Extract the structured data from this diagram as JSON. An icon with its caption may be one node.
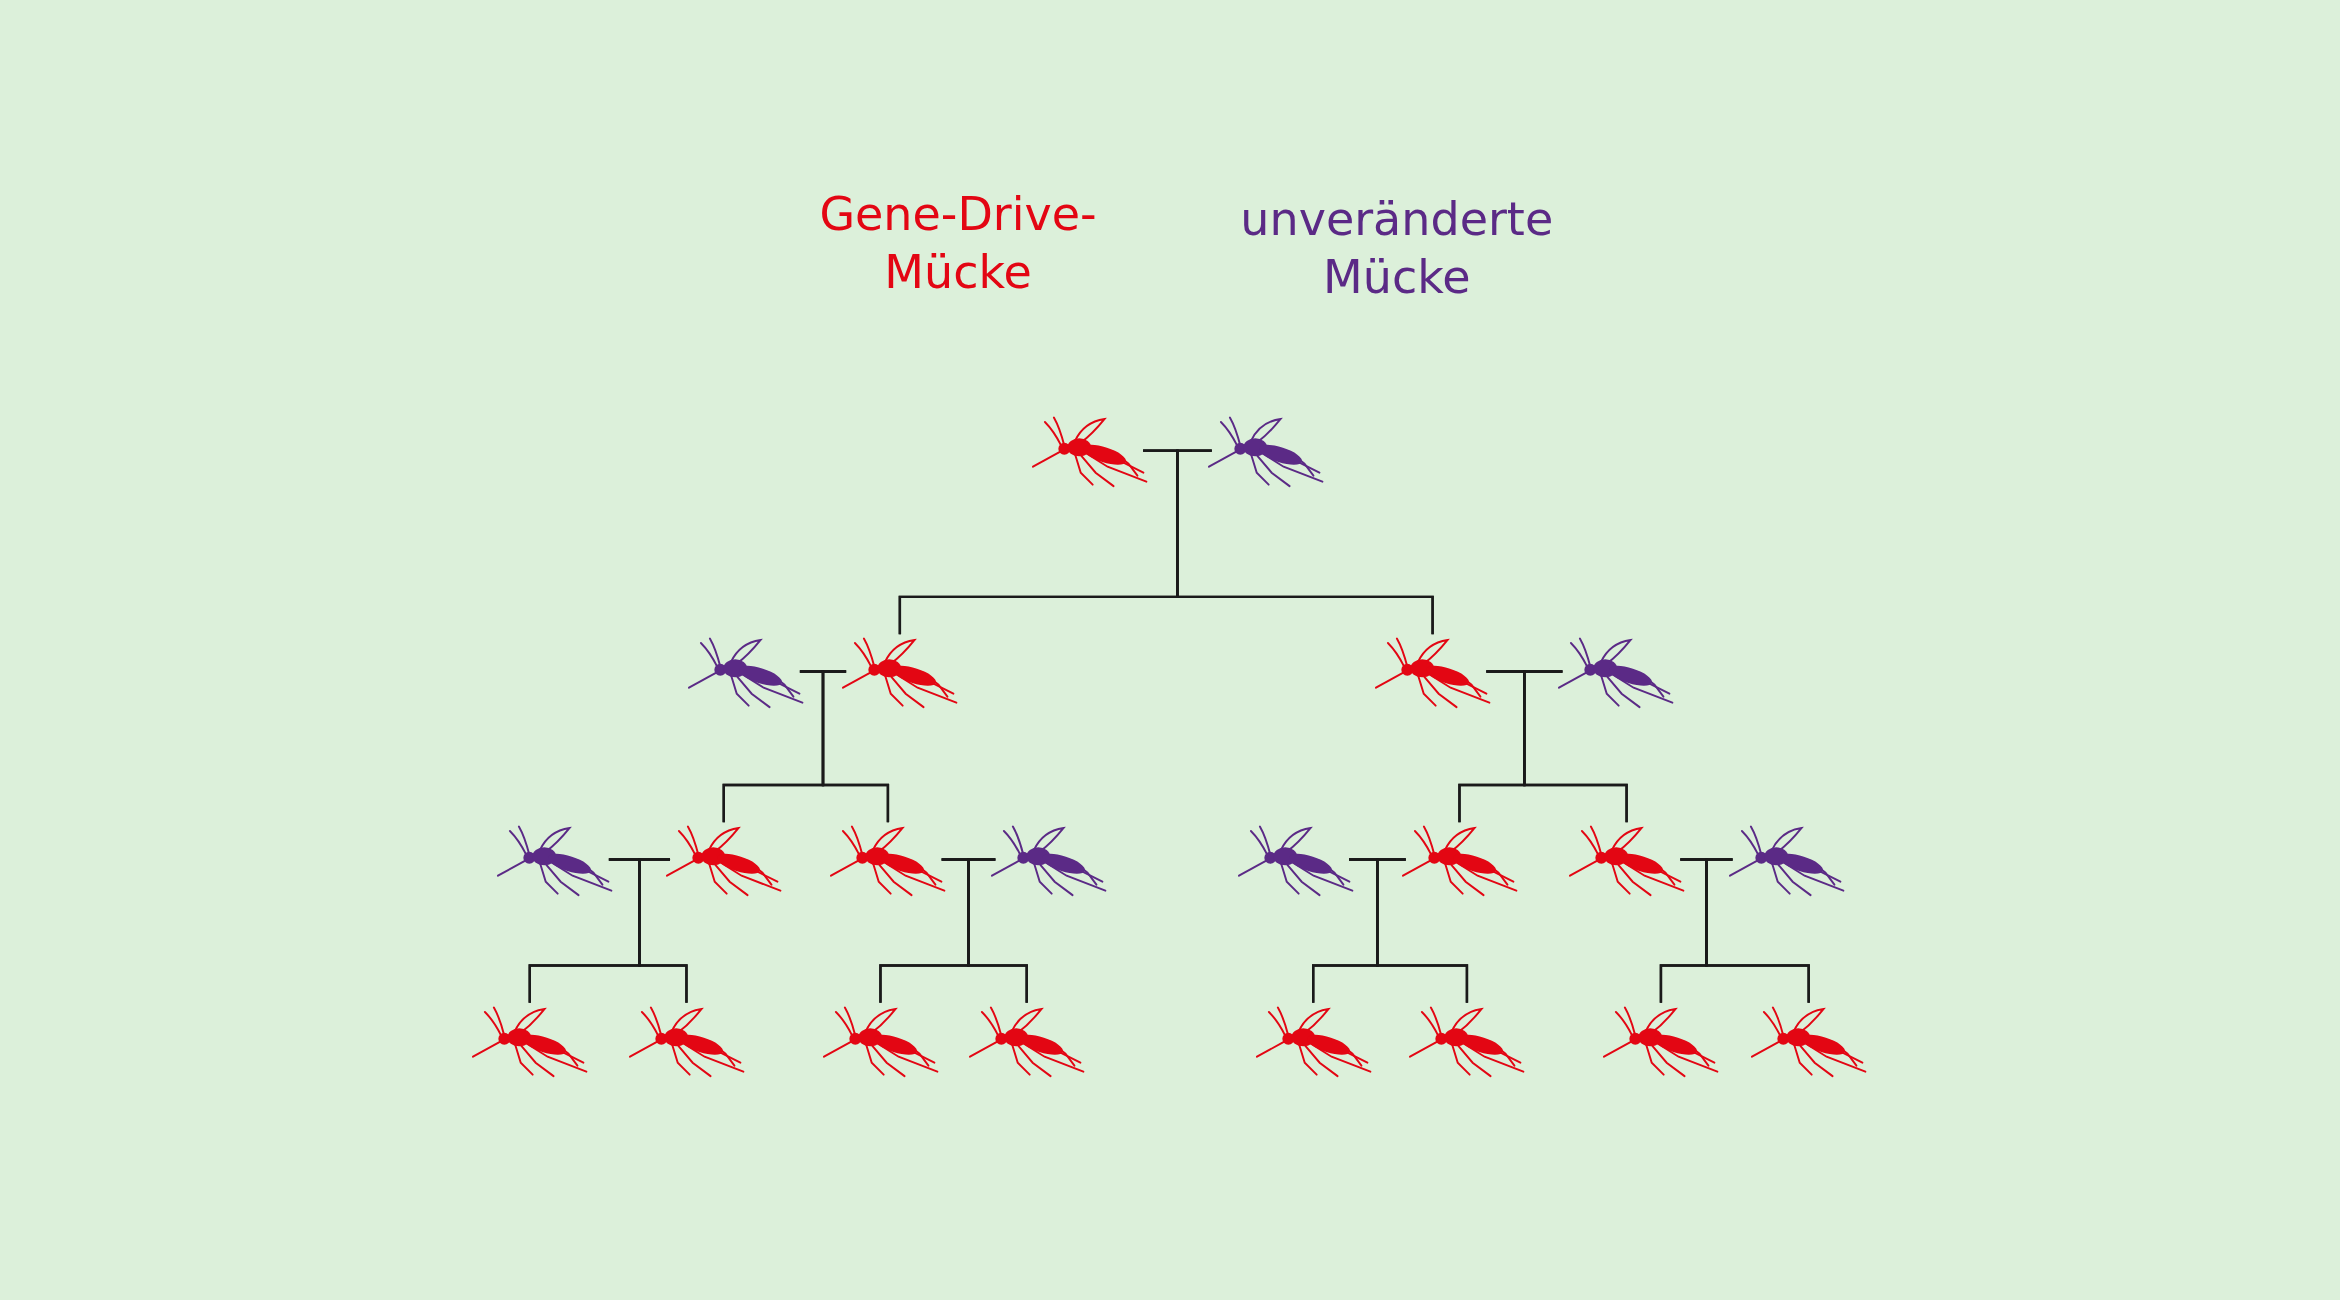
{
  "diagram": {
    "nodes": [
      {
        "text": [],
        "shape": "picture"
      },
      {
        "text": [],
        "shape": "picture"
      },
      {
        "text": [],
        "shape": "picture"
      },
      {
        "text": [],
        "shape": "picture"
      },
      {
        "text": [],
        "shape": "picture"
      },
      {
        "text": [],
        "shape": "picture"
      },
      {
        "text": [],
        "shape": "picture"
      },
      {
        "text": [],
        "shape": "picture"
      },
      {
        "text": [],
        "shape": "picture"
      },
      {
        "text": [],
        "shape": "picture"
      },
      {
        "text": [],
        "shape": "picture"
      },
      {
        "text": [],
        "shape": "picture"
      },
      {
        "text": [],
        "shape": "picture"
      },
      {
        "text": [],
        "shape": "picture"
      },
      {
        "text": [],
        "shape": "picture"
      },
      {
        "text": [],
        "shape": "picture"
      },
      {
        "text": [],
        "shape": "picture"
      },
      {
        "text": [],
        "shape": "picture"
      },
      {
        "text": [],
        "shape": "picture"
      },
      {
        "text": [],
        "shape": "picture"
      },
      {
        "text": [],
        "shape": "picture"
      },
      {
        "text": [],
        "shape": "picture"
      }
    ],
    "edges": [
      {
        "from": 0,
        "to": 1,
        "arrow": "none"
      },
      {
        "from": 0,
        "to": 3,
        "arrow": "none"
      },
      {
        "from": 0,
        "to": 4,
        "arrow": "none"
      },
      {
        "from": 1,
        "to": 3,
        "arrow": "none"
      },
      {
        "from": 1,
        "to": 4,
        "arrow": "none"
      },
      {
        "from": 2,
        "to": 3,
        "arrow": "none"
      },
      {
        "from": 2,
        "to": 7,
        "arrow": "none"
      },
      {
        "from": 2,
        "to": 8,
        "arrow": "none"
      },
      {
        "from": 3,
        "to": 7,
        "arrow": "none"
      },
      {
        "from": 3,
        "to": 8,
        "arrow": "none"
      },
      {
        "from": 4,
        "to": 5,
        "arrow": "none"
      },
      {
        "from": 4,
        "to": 11,
        "arrow": "none"
      },
      {
        "from": 4,
        "to": 12,
        "arrow": "none"
      },
      {
        "from": 5,
        "to": 11,
        "arrow": "none"
      },
      {
        "from": 5,
        "to": 12,
        "arrow": "none"
      },
      {
        "from": 6,
        "to": 7,
        "arrow": "none"
      },
      {
        "from": 6,
        "to": 14,
        "arrow": "none"
      },
      {
        "from": 6,
        "to": 15,
        "arrow": "none"
      },
      {
        "from": 7,
        "to": 14,
        "arrow": "none"
      },
      {
        "from": 7,
        "to": 15,
        "arrow": "none"
      },
      {
        "from": 8,
        "to": 9,
        "arrow": "none"
      },
      {
        "from": 8,
        "to": 16,
        "arrow": "none"
      },
      {
        "from": 8,
        "to": 17,
        "arrow": "none"
      },
      {
        "from": 9,
        "to": 16,
        "arrow": "none"
      },
      {
        "from": 9,
        "to": 17,
        "arrow": "none"
      },
      {
        "from": 10,
        "to": 11,
        "arrow": "none"
      },
      {
        "from": 10,
        "to": 18,
        "arrow": "none"
      },
      {
        "from": 10,
        "to": 19,
        "arrow": "none"
      },
      {
        "from": 11,
        "to": 18,
        "arrow": "none"
      },
      {
        "from": 11,
        "to": 19,
        "arrow": "none"
      },
      {
        "from": 12,
        "to": 13,
        "arrow": "none"
      },
      {
        "from": 12,
        "to": 20,
        "arrow": "none"
      },
      {
        "from": 12,
        "to": 21,
        "arrow": "none"
      },
      {
        "from": 13,
        "to": 20,
        "arrow": "none"
      },
      {
        "from": 13,
        "to": 21,
        "arrow": "none"
      }
    ],
    "labels": [
      "Gene-Drive-Mücke",
      "unveränderte Mücke"
    ]
  }
}
